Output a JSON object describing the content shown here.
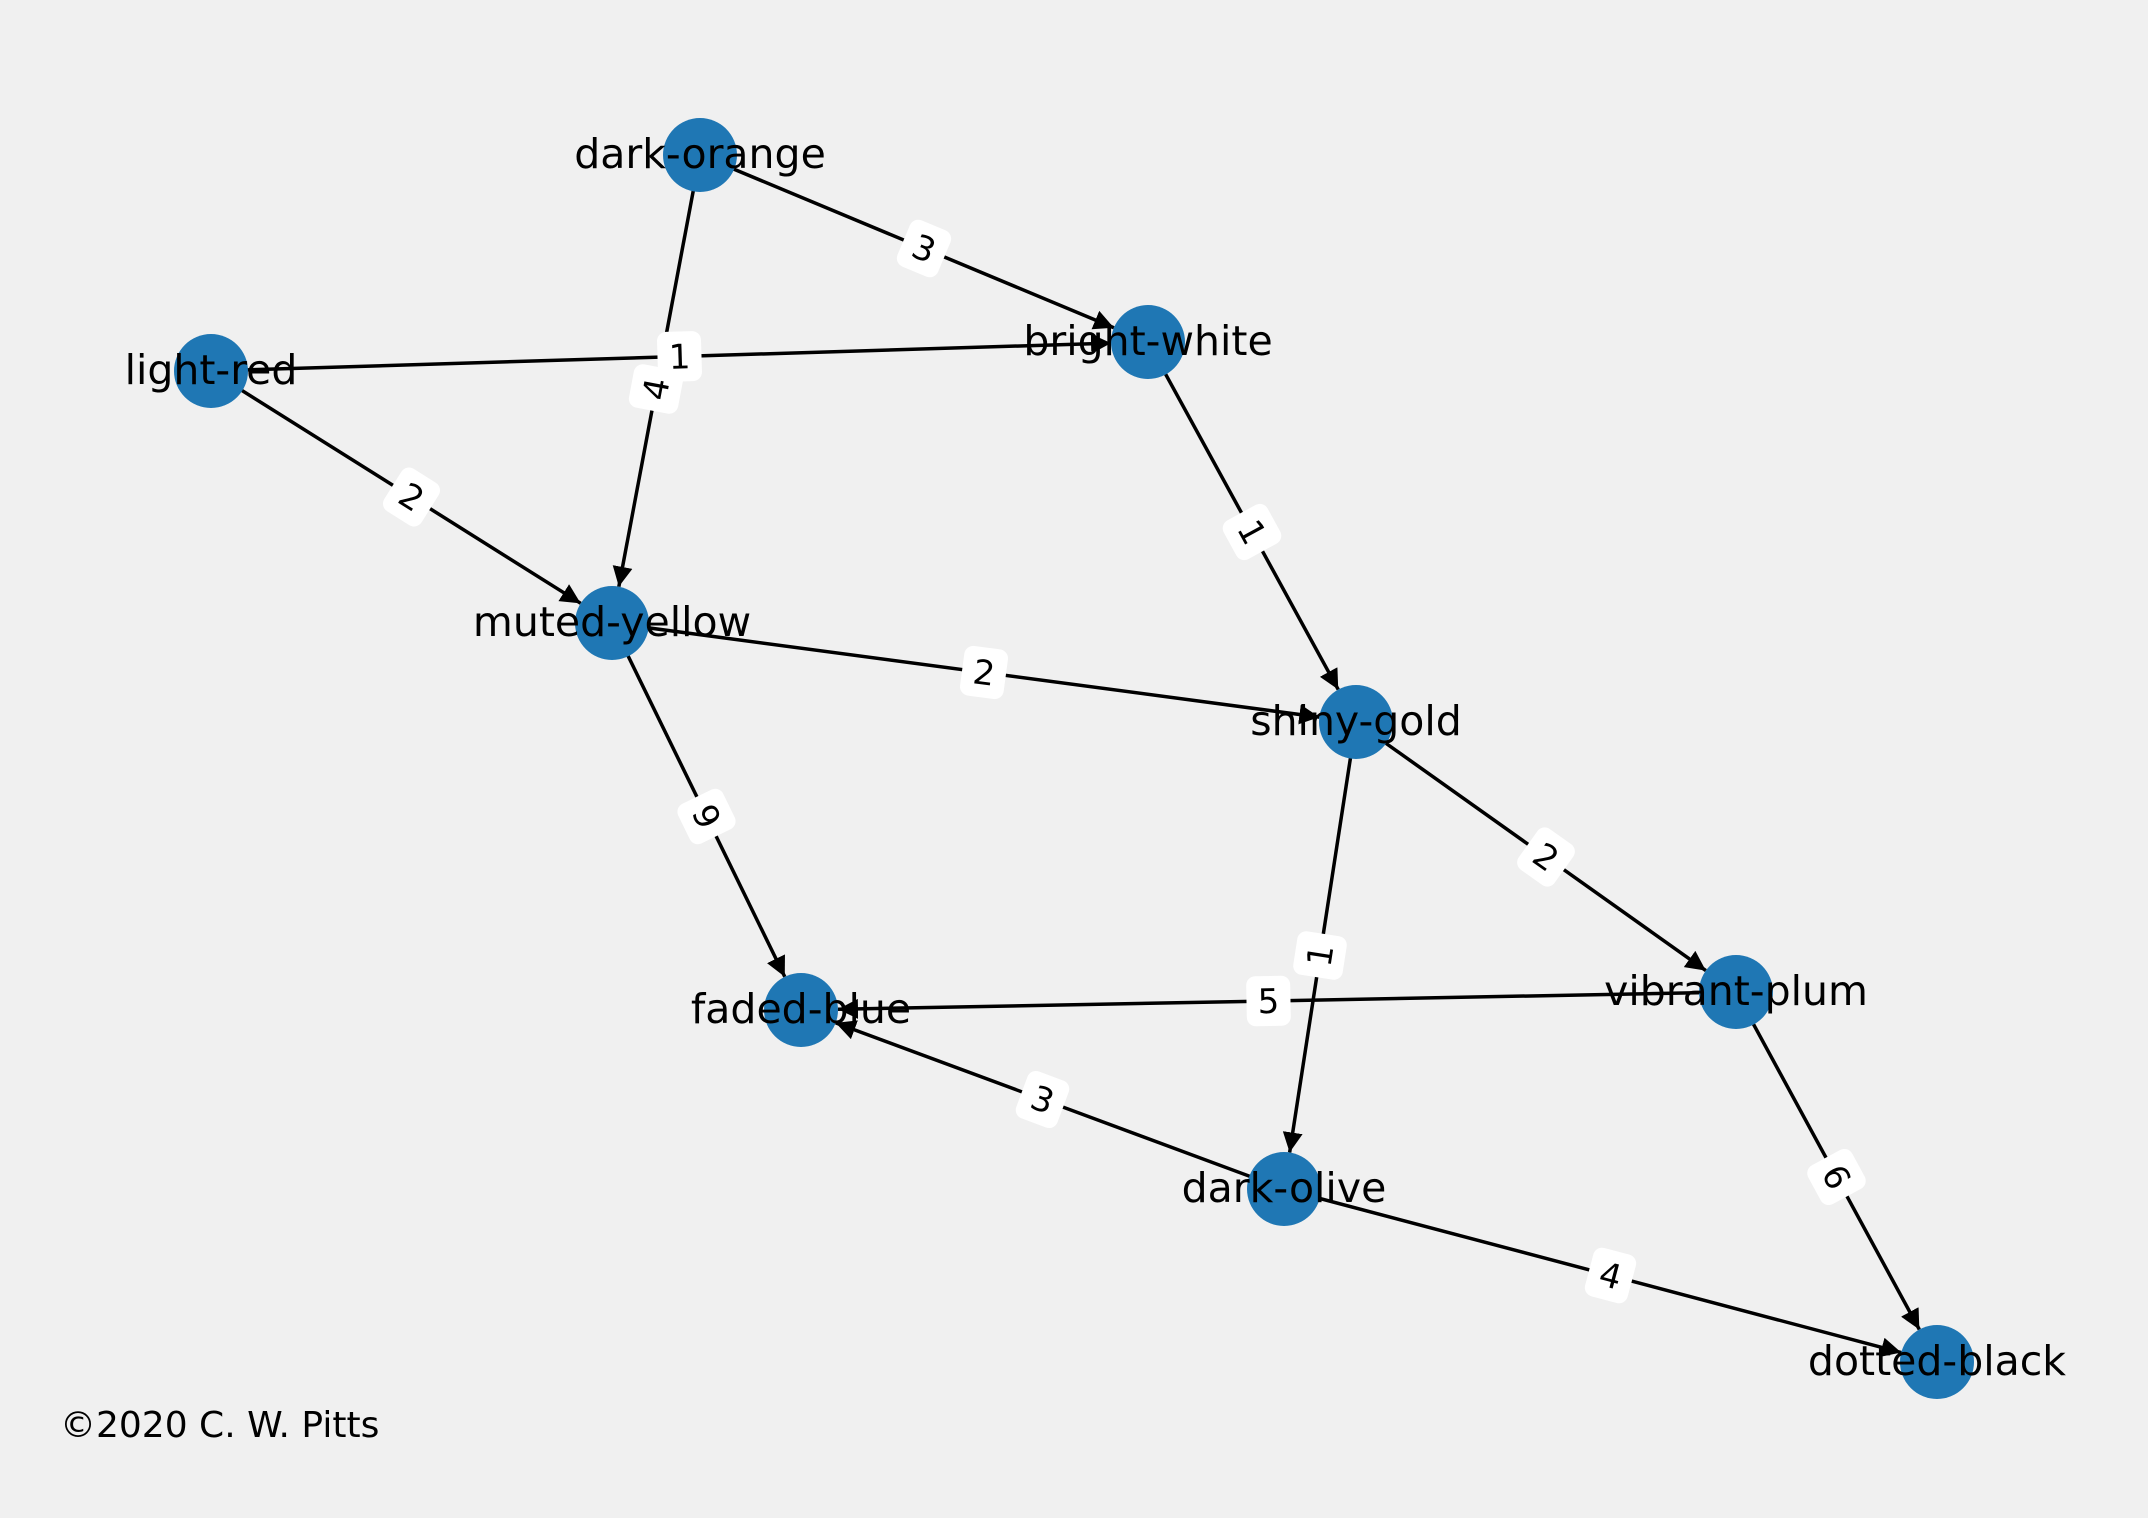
{
  "node_color": "#1f77b4",
  "edge_color": "#000000",
  "label_box_color": "#ffffff",
  "background": "#f0f0f0",
  "nodes": [
    {
      "id": "dark-orange"
    },
    {
      "id": "bright-white"
    },
    {
      "id": "light-red"
    },
    {
      "id": "muted-yellow"
    },
    {
      "id": "shiny-gold"
    },
    {
      "id": "faded-blue"
    },
    {
      "id": "vibrant-plum"
    },
    {
      "id": "dark-olive"
    },
    {
      "id": "dotted-black"
    }
  ],
  "edges": [
    {
      "from": "dark-orange",
      "to": "bright-white",
      "weight": "3"
    },
    {
      "from": "dark-orange",
      "to": "muted-yellow",
      "weight": "4"
    },
    {
      "from": "light-red",
      "to": "bright-white",
      "weight": "1"
    },
    {
      "from": "light-red",
      "to": "muted-yellow",
      "weight": "2"
    },
    {
      "from": "bright-white",
      "to": "shiny-gold",
      "weight": "1"
    },
    {
      "from": "muted-yellow",
      "to": "shiny-gold",
      "weight": "2"
    },
    {
      "from": "muted-yellow",
      "to": "faded-blue",
      "weight": "9"
    },
    {
      "from": "shiny-gold",
      "to": "vibrant-plum",
      "weight": "2"
    },
    {
      "from": "shiny-gold",
      "to": "dark-olive",
      "weight": "1"
    },
    {
      "from": "vibrant-plum",
      "to": "faded-blue",
      "weight": "5"
    },
    {
      "from": "dark-olive",
      "to": "faded-blue",
      "weight": "3"
    },
    {
      "from": "dark-olive",
      "to": "dotted-black",
      "weight": "4"
    },
    {
      "from": "vibrant-plum",
      "to": "dotted-black",
      "weight": "6"
    }
  ],
  "copyright": "2020 C. W. Pitts",
  "copyright_symbol": "©"
}
